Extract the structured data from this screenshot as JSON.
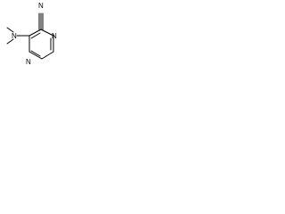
{
  "molecule": {
    "atoms": {
      "nitrile_n": "N",
      "amine_n": "N",
      "ring_n_top": "N",
      "ring_n_bottom": "N"
    },
    "colors": {
      "bond": "#000000",
      "label": "#000000",
      "background": "#ffffff"
    }
  }
}
